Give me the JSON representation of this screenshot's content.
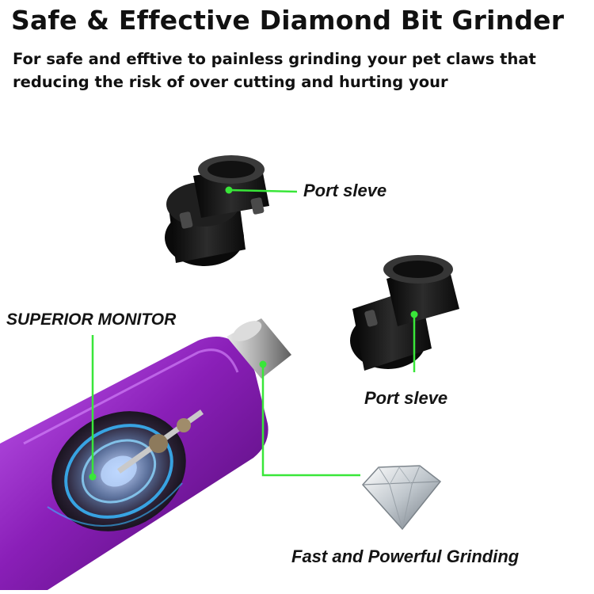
{
  "headline": "Safe & Effective Diamond Bit Grinder",
  "subtitle": "For safe and efftive to painless grinding your pet claws that reducing the risk of over cutting and hurting your",
  "callouts": {
    "port_sleeve_top": "Port sleve",
    "port_sleeve_bottom": "Port sleve",
    "motor": "SUPERIOR MONITOR",
    "grinding": "Fast and Powerful Grinding"
  },
  "colors": {
    "leader_line": "#39e639",
    "grinder_body": "#8a1fb8",
    "sleeve": "#141414",
    "motor_glow": "#39b8ff"
  }
}
